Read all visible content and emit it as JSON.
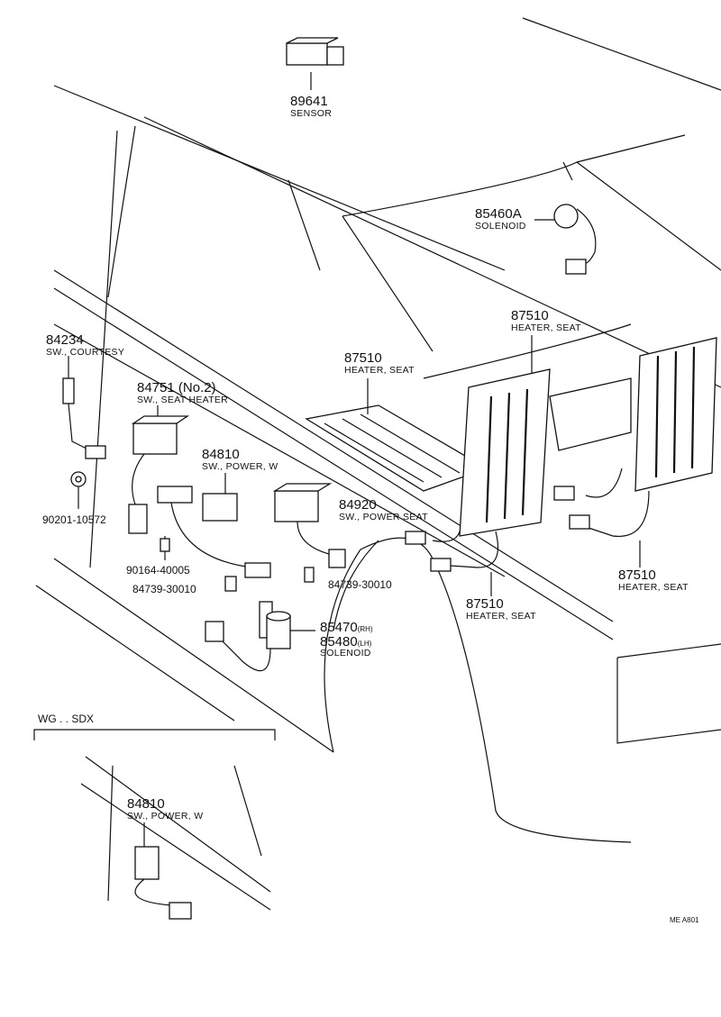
{
  "diagram": {
    "parts": [
      {
        "number": "89641",
        "name": "SENSOR"
      },
      {
        "number": "85460A",
        "name": "SOLENOID"
      },
      {
        "number": "87510",
        "name": "HEATER, SEAT"
      },
      {
        "number": "87510",
        "name": "HEATER, SEAT"
      },
      {
        "number": "87510",
        "name": "HEATER, SEAT"
      },
      {
        "number": "87510",
        "name": "HEATER, SEAT"
      },
      {
        "number": "84234",
        "name": "SW., COURTESY"
      },
      {
        "number": "84751 (No.2)",
        "name": "SW., SEAT HEATER"
      },
      {
        "number": "84810",
        "name": "SW., POWER, W"
      },
      {
        "number": "84920",
        "name": "SW., POWER SEAT"
      },
      {
        "number": "90201-10572",
        "name": ""
      },
      {
        "number": "90164-40005",
        "name": ""
      },
      {
        "number": "84739-30010",
        "name": ""
      },
      {
        "number": "84739-30010",
        "name": ""
      },
      {
        "number": "85470",
        "name": "(RH)"
      },
      {
        "number": "85480",
        "name": "(LH)"
      },
      {
        "number": "",
        "name": "SOLENOID"
      },
      {
        "number": "84810",
        "name": "SW., POWER, W"
      }
    ],
    "inset_label": "WG . . SDX",
    "ref_code": "ME  A801"
  }
}
